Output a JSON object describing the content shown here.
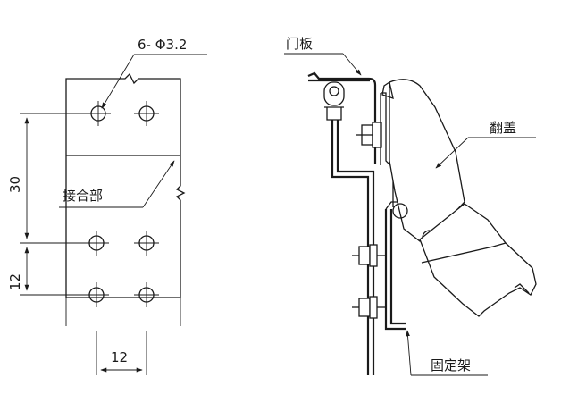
{
  "left_view": {
    "hole_callout": "6- Φ3.2",
    "joint_label": "接合部",
    "dim_vertical_30": "30",
    "dim_vertical_12": "12",
    "dim_horizontal_12": "12"
  },
  "right_view": {
    "door_panel_label": "门板",
    "flip_cover_label": "翻盖",
    "fixing_bracket_label": "固定架"
  }
}
